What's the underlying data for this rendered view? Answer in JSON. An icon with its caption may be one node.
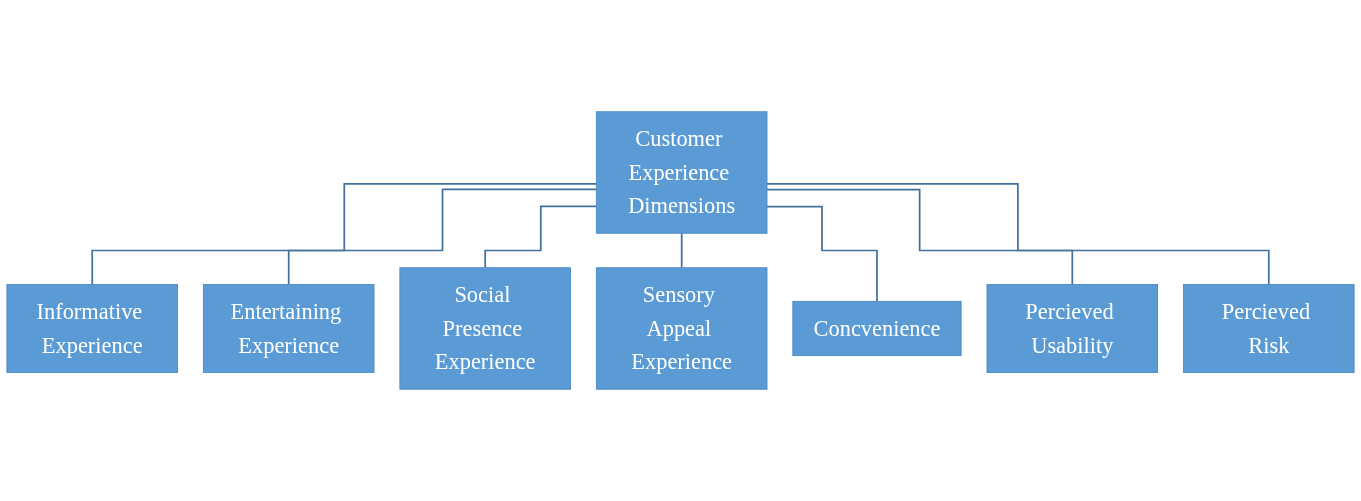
{
  "diagram": {
    "nodes": [
      {
        "text": [
          "Customer Experience Dimensions"
        ]
      },
      {
        "text": [
          "Informative Experience"
        ]
      },
      {
        "text": [
          "Entertaining Experience"
        ]
      },
      {
        "text": [
          "Social Presence Experience"
        ]
      },
      {
        "text": [
          "Sensory Appeal Experience"
        ]
      },
      {
        "text": [
          "Concvenience"
        ]
      },
      {
        "text": [
          "Percieved Usability"
        ]
      },
      {
        "text": [
          "Percieved Risk"
        ]
      }
    ],
    "edges": [
      {
        "from": 0,
        "to": 1,
        "arrow": "none"
      },
      {
        "from": 0,
        "to": 2,
        "arrow": "none"
      },
      {
        "from": 0,
        "to": 3,
        "arrow": "none"
      },
      {
        "from": 0,
        "to": 4,
        "arrow": "none"
      },
      {
        "from": 0,
        "to": 5,
        "arrow": "none"
      },
      {
        "from": 0,
        "to": 6,
        "arrow": "none"
      },
      {
        "from": 0,
        "to": 7,
        "arrow": "none"
      }
    ]
  }
}
